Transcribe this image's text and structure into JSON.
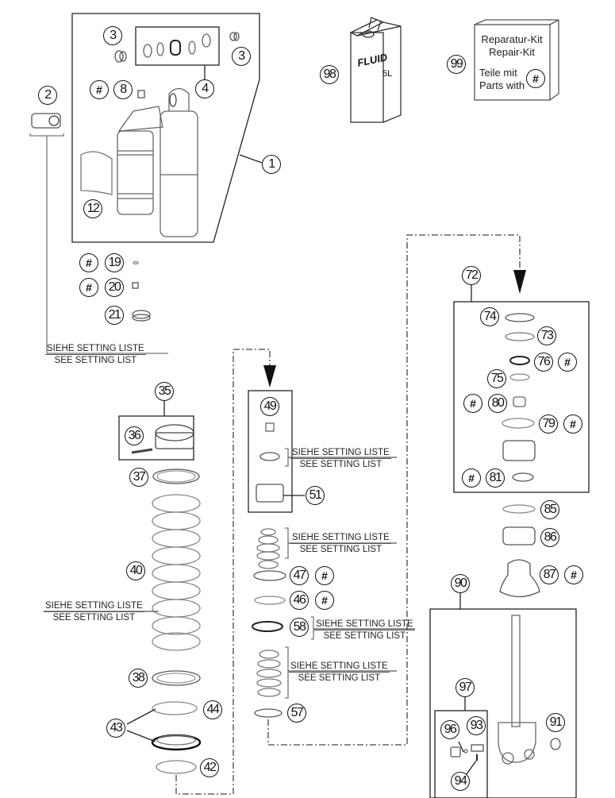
{
  "diagram": {
    "type": "exploded-parts-diagram",
    "subject": "shock absorber disassembly",
    "callouts": [
      {
        "id": "c1",
        "label": "1"
      },
      {
        "id": "c2",
        "label": "2"
      },
      {
        "id": "c3a",
        "label": "3"
      },
      {
        "id": "c3b",
        "label": "3"
      },
      {
        "id": "c4",
        "label": "4"
      },
      {
        "id": "c8",
        "label": "8"
      },
      {
        "id": "c12",
        "label": "12"
      },
      {
        "id": "c19",
        "label": "19"
      },
      {
        "id": "c20",
        "label": "20"
      },
      {
        "id": "c21",
        "label": "21"
      },
      {
        "id": "c35",
        "label": "35"
      },
      {
        "id": "c36",
        "label": "36"
      },
      {
        "id": "c37",
        "label": "37"
      },
      {
        "id": "c38",
        "label": "38"
      },
      {
        "id": "c40",
        "label": "40"
      },
      {
        "id": "c42",
        "label": "42"
      },
      {
        "id": "c43",
        "label": "43"
      },
      {
        "id": "c44",
        "label": "44"
      },
      {
        "id": "c46",
        "label": "46"
      },
      {
        "id": "c47",
        "label": "47"
      },
      {
        "id": "c49",
        "label": "49"
      },
      {
        "id": "c51",
        "label": "51"
      },
      {
        "id": "c57",
        "label": "57"
      },
      {
        "id": "c58",
        "label": "58"
      },
      {
        "id": "c72",
        "label": "72"
      },
      {
        "id": "c73",
        "label": "73"
      },
      {
        "id": "c74",
        "label": "74"
      },
      {
        "id": "c75",
        "label": "75"
      },
      {
        "id": "c76",
        "label": "76"
      },
      {
        "id": "c79",
        "label": "79"
      },
      {
        "id": "c80",
        "label": "80"
      },
      {
        "id": "c81",
        "label": "81"
      },
      {
        "id": "c85",
        "label": "85"
      },
      {
        "id": "c86",
        "label": "86"
      },
      {
        "id": "c87",
        "label": "87"
      },
      {
        "id": "c90",
        "label": "90"
      },
      {
        "id": "c91",
        "label": "91"
      },
      {
        "id": "c93",
        "label": "93"
      },
      {
        "id": "c94",
        "label": "94"
      },
      {
        "id": "c96",
        "label": "96"
      },
      {
        "id": "c97",
        "label": "97"
      },
      {
        "id": "c98",
        "label": "98"
      },
      {
        "id": "c99",
        "label": "99"
      }
    ],
    "repair_kit_marker": "#",
    "repair_kit_parts": [
      "8",
      "19",
      "20",
      "46",
      "47",
      "76",
      "79",
      "80",
      "81",
      "87"
    ],
    "setting_list_note": {
      "de": "SIEHE SETTING LISTE",
      "en": "SEE SETTING LIST"
    },
    "fluid_can": {
      "label": "FLUID",
      "volume": "5L"
    },
    "repair_kit_box": {
      "line1": "Reparatur-Kit",
      "line2": "Repair-Kit",
      "line3": "Teile mit",
      "line4": "Parts with"
    }
  }
}
